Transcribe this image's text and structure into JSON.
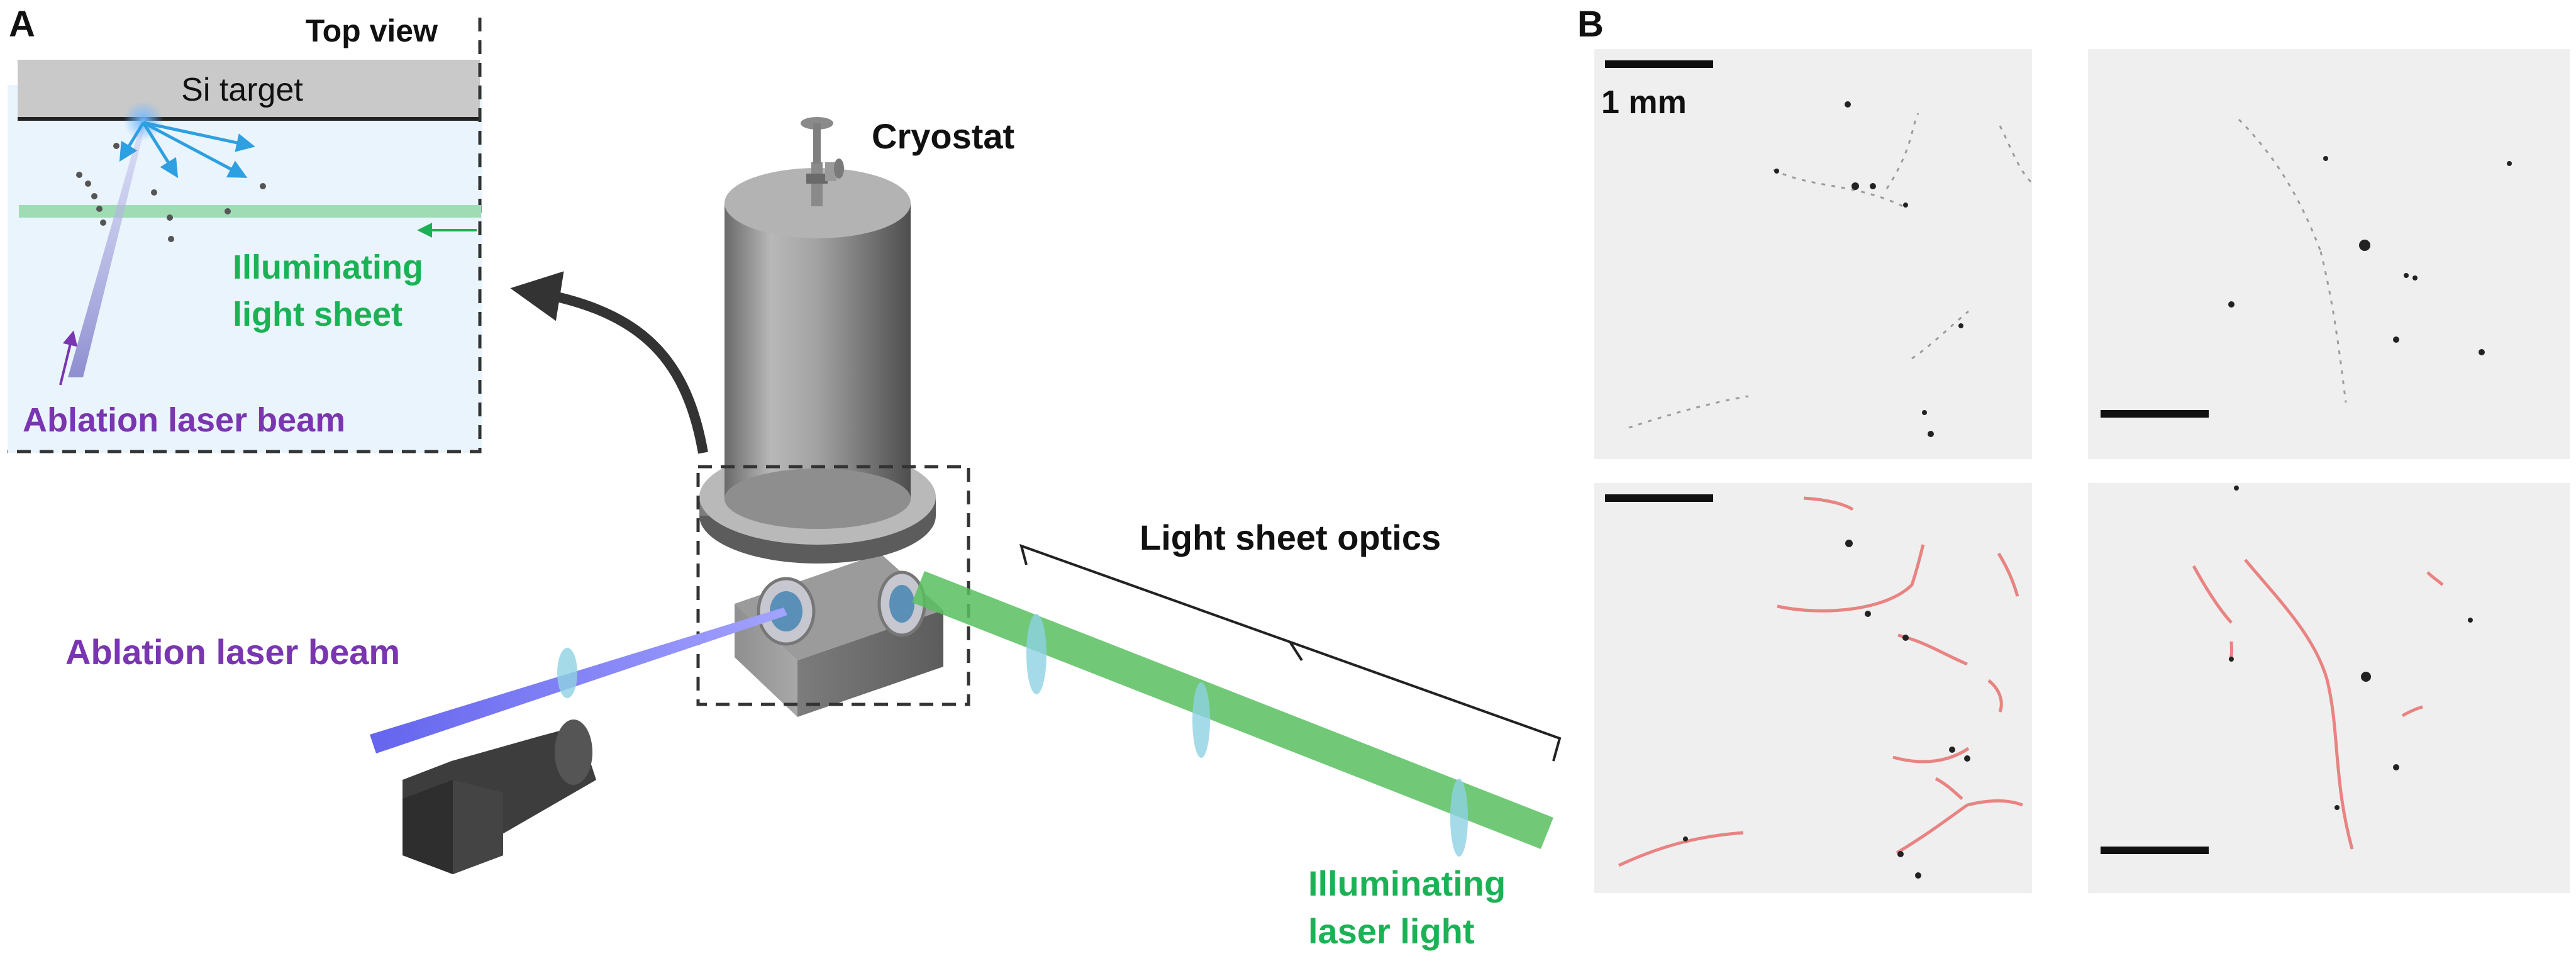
{
  "panel_a": {
    "label": "A",
    "inset": {
      "title": "Top view",
      "target_label": "Si target",
      "sheet_label_line1": "Illuminating",
      "sheet_label_line2": "light sheet",
      "ablation_label": "Ablation laser beam"
    },
    "cryostat_label": "Cryostat",
    "optics_label": "Light sheet optics",
    "ablation_label": "Ablation laser beam",
    "laser_label_line1": "Illuminating",
    "laser_label_line2": "laser light"
  },
  "panel_b": {
    "label": "B",
    "scale_label": "1 mm"
  },
  "colors": {
    "purple_text": "#7a35b0",
    "green_text": "#1bb255",
    "ablation_beam": "#6f6ff0",
    "green_beam": "#58c060",
    "track_overlay": "#e8706e"
  },
  "icons": [
    "cryostat-icon",
    "camera-icon",
    "lens-icon",
    "flange-window-icon",
    "curved-arrow-icon"
  ]
}
